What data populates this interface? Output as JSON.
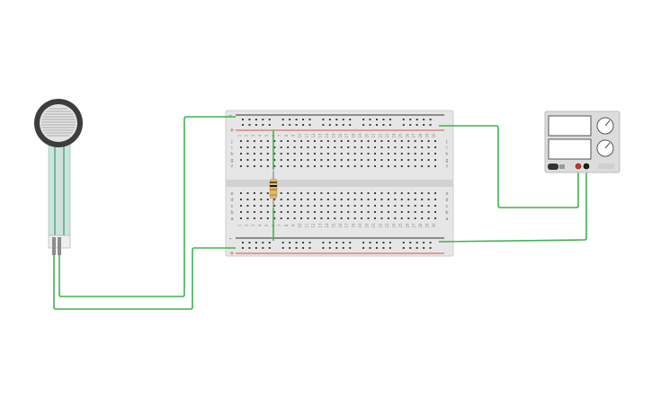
{
  "canvas": {
    "background": "#ffffff"
  },
  "breadboard": {
    "columns": 30,
    "row_labels_top": [
      "j",
      "i",
      "h",
      "g",
      "f"
    ],
    "row_labels_bottom": [
      "e",
      "d",
      "c",
      "b",
      "a"
    ],
    "rail_minus_label": "-",
    "rail_plus_label": "+",
    "colors": {
      "body": "#e6e6e6",
      "rail_red": "#d9534f",
      "rail_dark": "#333333",
      "hole": "#404040"
    }
  },
  "sensor": {
    "icon": "force-sensitive-resistor-icon",
    "colors": {
      "disc": "#3d3d3d",
      "strip": "#cfe3dc",
      "trace": "#6fb8a0"
    }
  },
  "resistor": {
    "icon": "resistor-icon",
    "band_colors": [
      "#7a4a1a",
      "#1a1a1a",
      "#d08a1a",
      "#c9a227"
    ]
  },
  "power_supply": {
    "icon": "dc-power-supply-icon",
    "colors": {
      "body": "#dcdcdc",
      "display": "#ffffff",
      "terminal_pos": "#c0392b",
      "terminal_neg": "#222222"
    }
  },
  "wires": {
    "color": "#3fb34f"
  }
}
